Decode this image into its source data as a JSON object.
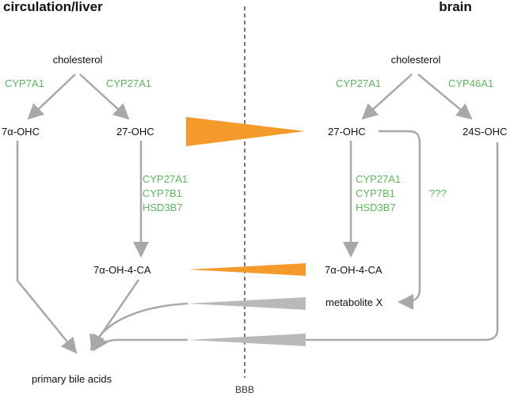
{
  "headings": {
    "left": "circulation/liver",
    "right": "brain"
  },
  "barrier_label": "BBB",
  "liver": {
    "cholesterol": "cholesterol",
    "seven_ohc": "7α-OHC",
    "twentyseven_ohc": "27-OHC",
    "seven_oh_4_ca": "7α-OH-4-CA",
    "primary_bile_acids": "primary bile acids",
    "enzymes": {
      "cyp7a1": "CYP7A1",
      "cyp27a1": "CYP27A1",
      "stack": [
        "CYP27A1",
        "CYP7B1",
        "HSD3B7"
      ]
    }
  },
  "brain": {
    "cholesterol": "cholesterol",
    "twentyseven_ohc": "27-OHC",
    "twentyfour_s_ohc": "24S-OHC",
    "seven_oh_4_ca": "7α-OH-4-CA",
    "metabolite_x": "metabolite X",
    "unknown": "???",
    "enzymes": {
      "cyp27a1": "CYP27A1",
      "cyp46a1": "CYP46A1",
      "stack": [
        "CYP27A1",
        "CYP7B1",
        "HSD3B7"
      ]
    }
  },
  "colors": {
    "arrow": "#a8a8a8",
    "enzyme": "#5cb85c",
    "influx": "#f39a2b",
    "efflux": "#b9b9b9",
    "barrier": "#777777"
  }
}
